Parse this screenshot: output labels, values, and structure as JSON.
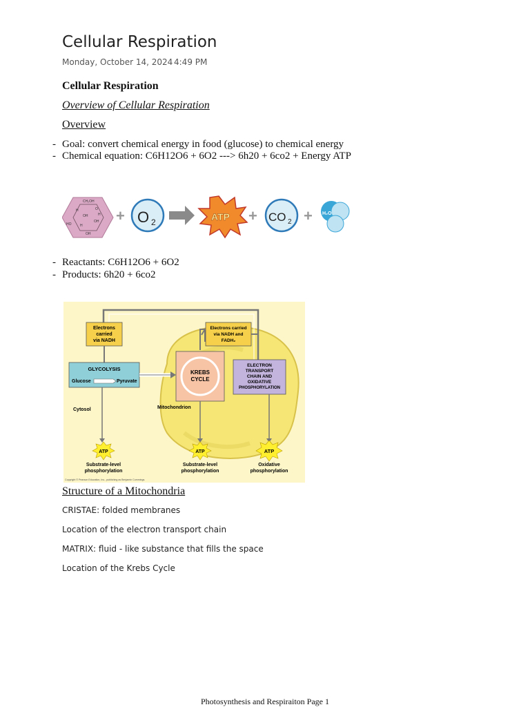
{
  "page": {
    "title": "Cellular Respiration",
    "date": "Monday, October 14, 2024",
    "time": "4:49 PM"
  },
  "content": {
    "heading_bold": "Cellular Respiration",
    "heading_italic": "Overview of Cellular Respiration",
    "heading_overview": "Overview",
    "bullets_top": [
      "Goal:  convert chemical energy in food (glucose) to chemical energy",
      "Chemical equation: C6H12O6 + 6O2 ---> 6h20 + 6co2 + Energy ATP"
    ],
    "bullets_mid": [
      "Reactants: C6H12O6 + 6O2",
      "Products: 6h20 + 6co2"
    ],
    "structure_title": "Structure of a Mitochondria",
    "notes": [
      "CRISTAE: folded membranes",
      "Location of the electron transport chain",
      "MATRIX: fluid - like substance that fills the space",
      "Location of the Krebs Cycle"
    ],
    "footer": "Photosynthesis and Respiraiton Page 1"
  },
  "equation_figure": {
    "glucose_labels": [
      "CH₂OH",
      "H",
      "O",
      "H",
      "OH",
      "HO",
      "OH",
      "H",
      "OH"
    ],
    "oxygen": "O",
    "oxygen_sub": "2",
    "atp": "ATP",
    "co2": "CO",
    "co2_sub": "2",
    "water": "H₂O",
    "plus": "+"
  },
  "diagram": {
    "electrons_nadh": [
      "Electrons",
      "carried",
      "via NADH"
    ],
    "electrons_nadh_fadh": [
      "Electrons carried",
      "via NADH and",
      "FADH₂"
    ],
    "glycolysis_title": "GLYCOLYSIS",
    "glucose": "Glucose",
    "pyruvate": "Pyruvate",
    "krebs": [
      "KREBS",
      "CYCLE"
    ],
    "etc": [
      "ELECTRON",
      "TRANSPORT",
      "CHAIN AND",
      "OXIDATIVE",
      "PHOSPHORYLATION"
    ],
    "cytosol": "Cytosol",
    "mitochondrion": "Mitochondrion",
    "atp": "ATP",
    "captions": [
      [
        "Substrate-level",
        "phosphorylation"
      ],
      [
        "Substrate-level",
        "phosphorylation"
      ],
      [
        "Oxidative",
        "phosphorylation"
      ]
    ],
    "copyright": "Copyright © Pearson Education, Inc., publishing as Benjamin Cummings."
  },
  "colors": {
    "diagram_bg": "#fdf6c8",
    "mito_fill": "#f5e676",
    "glycolysis": "#8fd0d8",
    "krebs": "#f7c4a6",
    "etc": "#c3b4dd",
    "electrons_box": "#f6d04a",
    "glucose_hex": "#dba8c6",
    "atp_burst": "#f08a2a"
  }
}
